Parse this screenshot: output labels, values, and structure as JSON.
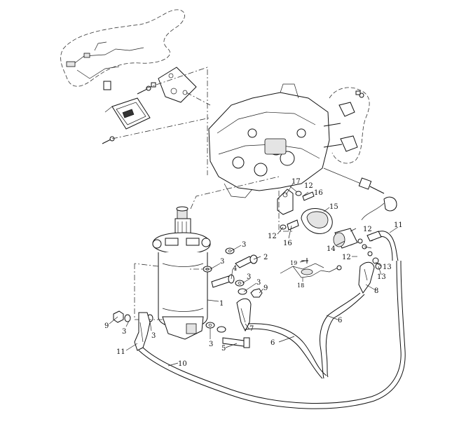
{
  "diagram": {
    "callouts": [
      {
        "id": "c1",
        "text": "1"
      },
      {
        "id": "c2",
        "text": "2"
      },
      {
        "id": "c3a",
        "text": "3"
      },
      {
        "id": "c3b",
        "text": "3"
      },
      {
        "id": "c3c",
        "text": "3"
      },
      {
        "id": "c3d",
        "text": "3"
      },
      {
        "id": "c3e",
        "text": "3"
      },
      {
        "id": "c3f",
        "text": "3"
      },
      {
        "id": "c3g",
        "text": "3"
      },
      {
        "id": "c4",
        "text": "4"
      },
      {
        "id": "c5",
        "text": "5"
      },
      {
        "id": "c6a",
        "text": "6"
      },
      {
        "id": "c6b",
        "text": "6"
      },
      {
        "id": "c7",
        "text": "7"
      },
      {
        "id": "c8",
        "text": "8"
      },
      {
        "id": "c9a",
        "text": "9"
      },
      {
        "id": "c9b",
        "text": "9"
      },
      {
        "id": "c10",
        "text": "10"
      },
      {
        "id": "c11a",
        "text": "11"
      },
      {
        "id": "c11b",
        "text": "11"
      },
      {
        "id": "c12a",
        "text": "12"
      },
      {
        "id": "c12b",
        "text": "12"
      },
      {
        "id": "c12c",
        "text": "12"
      },
      {
        "id": "c12d",
        "text": "12"
      },
      {
        "id": "c13a",
        "text": "13"
      },
      {
        "id": "c13b",
        "text": "13"
      },
      {
        "id": "c14",
        "text": "14"
      },
      {
        "id": "c15",
        "text": "15"
      },
      {
        "id": "c16a",
        "text": "16"
      },
      {
        "id": "c16b",
        "text": "16"
      },
      {
        "id": "c17",
        "text": "17"
      },
      {
        "id": "c18",
        "text": "18"
      },
      {
        "id": "c19",
        "text": "19"
      }
    ]
  }
}
